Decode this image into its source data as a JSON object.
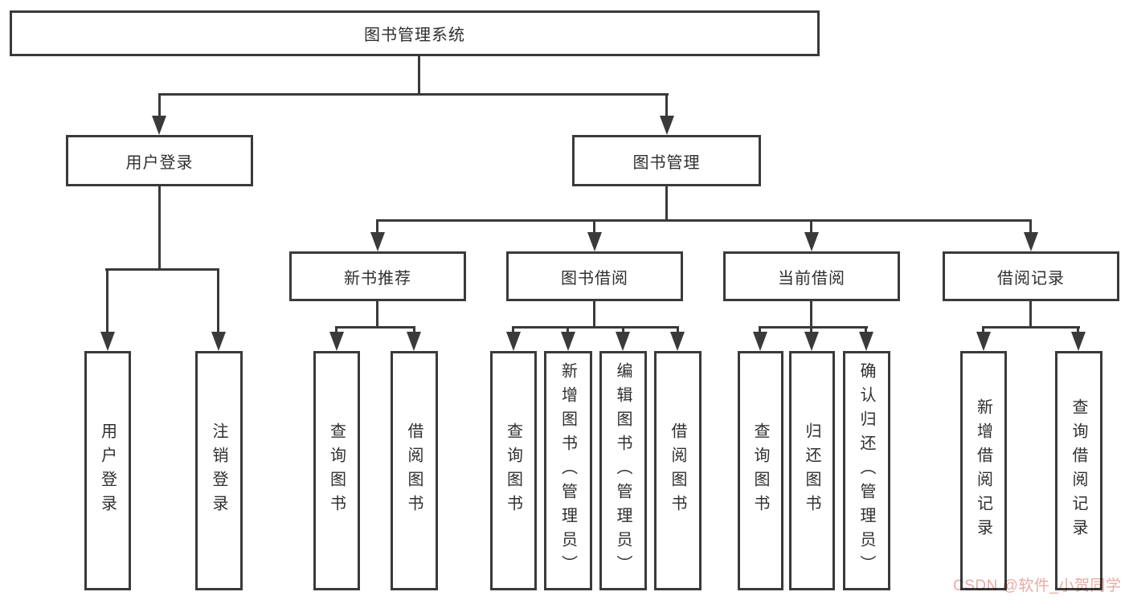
{
  "diagram": {
    "root": {
      "label": "图书管理系统"
    },
    "branches": [
      {
        "label": "用户登录",
        "children": [
          "用户登录",
          "注销登录"
        ]
      },
      {
        "label": "图书管理",
        "children": [
          {
            "label": "新书推荐",
            "children": [
              "查询图书",
              "借阅图书"
            ]
          },
          {
            "label": "图书借阅",
            "children": [
              "查询图书",
              "新增图书（管理员）",
              "编辑图书（管理员）",
              "借阅图书"
            ]
          },
          {
            "label": "当前借阅",
            "children": [
              "查询图书",
              "归还图书",
              "确认归还（管理员）"
            ]
          },
          {
            "label": "借阅记录",
            "children": [
              "新增借阅记录",
              "查询借阅记录"
            ]
          }
        ]
      }
    ]
  },
  "watermark": {
    "text": "CSDN @软件_小贺同学",
    "color": "#e8aba4"
  },
  "colors": {
    "line": "#3a3a3a",
    "text": "#2f2f2f",
    "background": "#ffffff"
  }
}
